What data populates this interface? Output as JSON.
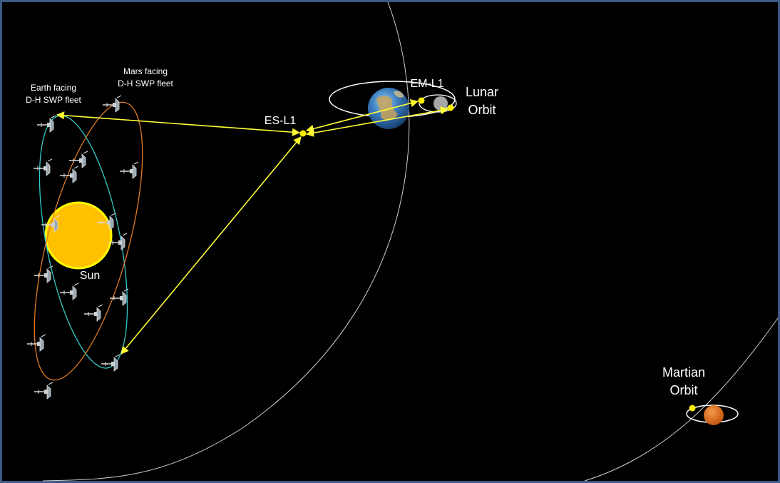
{
  "labels": {
    "earth_fleet_line1": "Earth facing",
    "earth_fleet_line2": "D-H SWP fleet",
    "mars_fleet_line1": "Mars facing",
    "mars_fleet_line2": "D-H SWP fleet",
    "es_l1": "ES-L1",
    "em_l1": "EM-L1",
    "lunar_line1": "Lunar",
    "lunar_line2": "Orbit",
    "sun": "Sun",
    "martian_line1": "Martian",
    "martian_line2": "Orbit"
  },
  "colors": {
    "background": "#000000",
    "frame": "#3b5a86",
    "link_arrow": "#ffff33",
    "lagrange_point": "#ffee00",
    "earth_fleet_orbit": "#33cccc",
    "mars_fleet_orbit": "#e07a24",
    "planet_orbit": "#d0d0d0",
    "sun_fill": "#ffc000",
    "sun_rim": "#ffff00",
    "mars_fill": "#e46c0a",
    "moon_fill": "#a6a6a6"
  },
  "icons": {
    "spacecraft": "spacecraft-icon",
    "earth": "earth-globe-icon",
    "moon": "moon-icon",
    "sun": "sun-icon",
    "mars": "mars-icon"
  }
}
